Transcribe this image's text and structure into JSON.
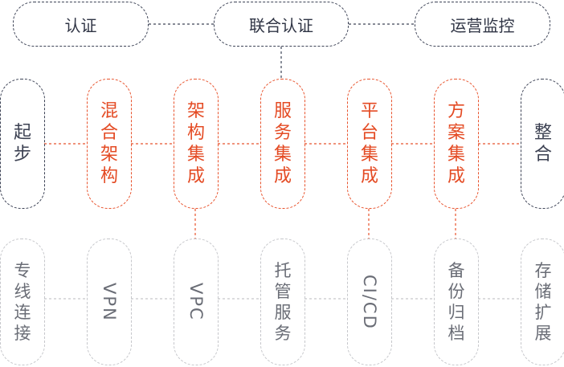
{
  "colors": {
    "dark": "#3d4356",
    "accent": "#e8532d",
    "light": "#c6c7cb"
  },
  "top": [
    "认证",
    "联合认证",
    "运营监控"
  ],
  "middle": [
    {
      "label": "起步",
      "style": "dark"
    },
    {
      "label": "混合架构",
      "style": "red"
    },
    {
      "label": "架构集成",
      "style": "red"
    },
    {
      "label": "服务集成",
      "style": "red"
    },
    {
      "label": "平台集成",
      "style": "red"
    },
    {
      "label": "方案集成",
      "style": "red"
    },
    {
      "label": "整合",
      "style": "dark"
    }
  ],
  "bottom": [
    {
      "label": "专线连接",
      "orientation": "stacked"
    },
    {
      "label": "VPN",
      "orientation": "rotated"
    },
    {
      "label": "VPC",
      "orientation": "rotated"
    },
    {
      "label": "托管服务",
      "orientation": "stacked"
    },
    {
      "label": "CI/CD",
      "orientation": "rotated"
    },
    {
      "label": "备份归档",
      "orientation": "stacked"
    },
    {
      "label": "存储扩展",
      "orientation": "stacked"
    }
  ]
}
